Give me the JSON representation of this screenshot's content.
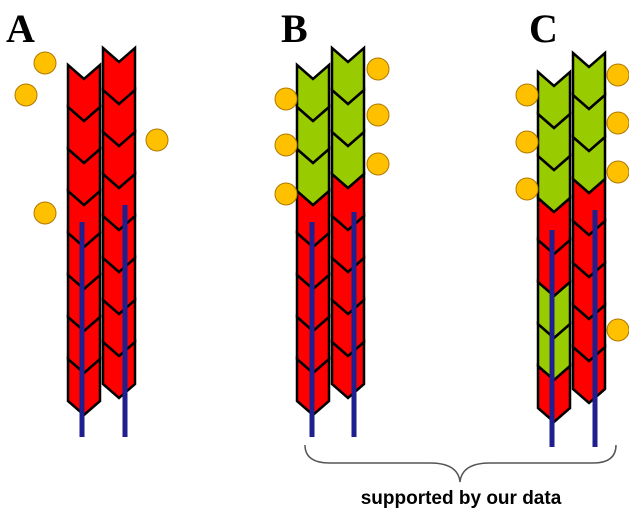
{
  "panels": [
    {
      "label": "A",
      "filaments": [
        {
          "segments": [
            "red",
            "red",
            "red",
            "red",
            "red",
            "red",
            "red",
            "red"
          ]
        },
        {
          "segments": [
            "red",
            "red",
            "red",
            "red",
            "red",
            "red",
            "red",
            "red"
          ]
        }
      ],
      "spheres": 4
    },
    {
      "label": "B",
      "filaments": [
        {
          "segments": [
            "green",
            "green",
            "green",
            "red",
            "red",
            "red",
            "red",
            "red"
          ]
        },
        {
          "segments": [
            "green",
            "green",
            "green",
            "red",
            "red",
            "red",
            "red",
            "red"
          ]
        }
      ],
      "spheres": 6
    },
    {
      "label": "C",
      "filaments": [
        {
          "segments": [
            "green",
            "green",
            "green",
            "red",
            "red",
            "green",
            "green",
            "red"
          ]
        },
        {
          "segments": [
            "green",
            "green",
            "green",
            "red",
            "red",
            "red",
            "red",
            "red"
          ]
        }
      ],
      "spheres": 7
    }
  ],
  "bracket": {
    "caption": "supported by our data"
  },
  "colors": {
    "red": "#ff0000",
    "green": "#99cc00",
    "outline": "#000000",
    "rod": "#1f1f8f",
    "sphere_fill": "#ffc000",
    "sphere_stroke": "#b07800"
  }
}
